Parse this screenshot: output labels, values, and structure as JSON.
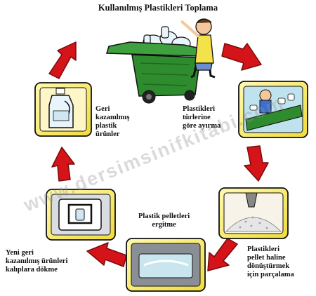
{
  "title": "Kullanılmış Plastikleri Toplama",
  "steps": [
    {
      "id": "sort",
      "label": "Plastikleri\ntürlerine\ngöre ayırma"
    },
    {
      "id": "shred",
      "label": "Plastikleri\npellet haline\ndönüştürmek\niçin parçalama"
    },
    {
      "id": "melt",
      "label": "Plastik pelletleri\nergitme"
    },
    {
      "id": "mold",
      "label": "Yeni geri\nkazanılmış ürünleri\nkalıplara dökme"
    },
    {
      "id": "products",
      "label": "Geri\nkazanılmış\nplastik\nürünler"
    }
  ],
  "watermark": "www.dersimsinifkitabi.com",
  "colors": {
    "arrow": "#d41418",
    "frame": "#f2e63a",
    "bin": "#2e8b2e",
    "border": "#111111"
  }
}
